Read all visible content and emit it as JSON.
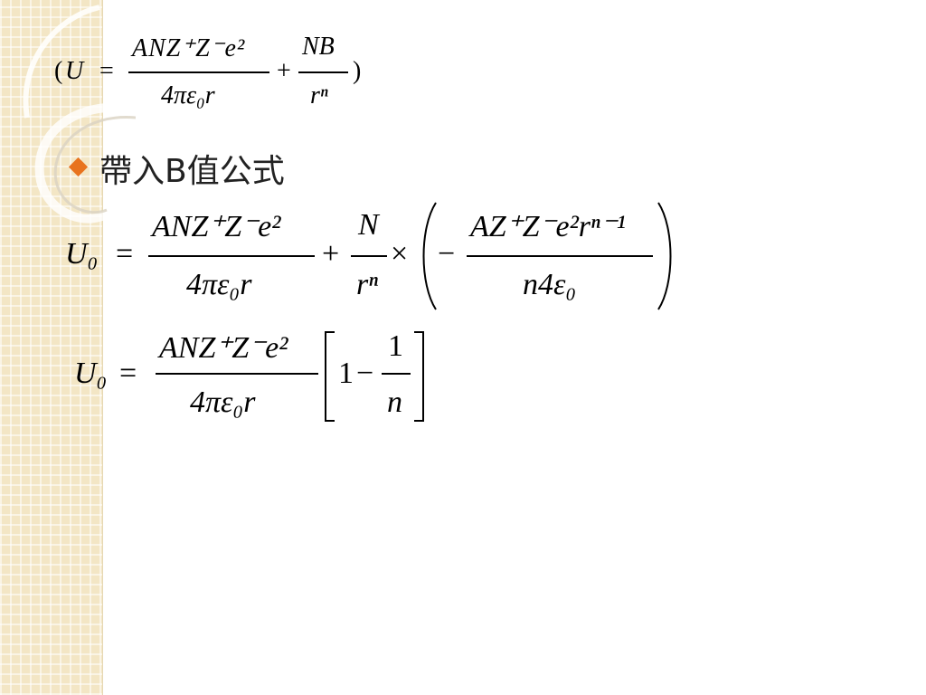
{
  "slide": {
    "bullet_label": "帶入B值公式"
  },
  "formula1": {
    "open_paren": "(",
    "lhs": "U",
    "equals": "=",
    "f1_num": "ANZ⁺Z⁻e²",
    "f1_num_parts": [
      "A",
      "N",
      "Z",
      "+",
      "Z",
      "−",
      "e",
      "2"
    ],
    "f1_den": "4πε₀r",
    "plus": "+",
    "f2_num": "NB",
    "f2_den": "rⁿ",
    "close_paren": ")"
  },
  "formula2": {
    "lhs": "U₀",
    "equals": "=",
    "f1_num": "ANZ⁺Z⁻e²",
    "f1_den": "4πε₀r",
    "plus": "+",
    "f2_num": "N",
    "f2_den": "rⁿ",
    "times": "×",
    "minus": "−",
    "f3_num": "AZ⁺Z⁻e²rⁿ⁻¹",
    "f3_den": "n4ε₀"
  },
  "formula3": {
    "lhs": "U₀",
    "equals": "=",
    "f1_num": "ANZ⁺Z⁻e²",
    "f1_den": "4πε₀r",
    "one": "1",
    "minus": "−",
    "f2_num": "1",
    "f2_den": "n"
  },
  "colors": {
    "bullet": "#e8731e",
    "strip": "#f3e6c5"
  }
}
